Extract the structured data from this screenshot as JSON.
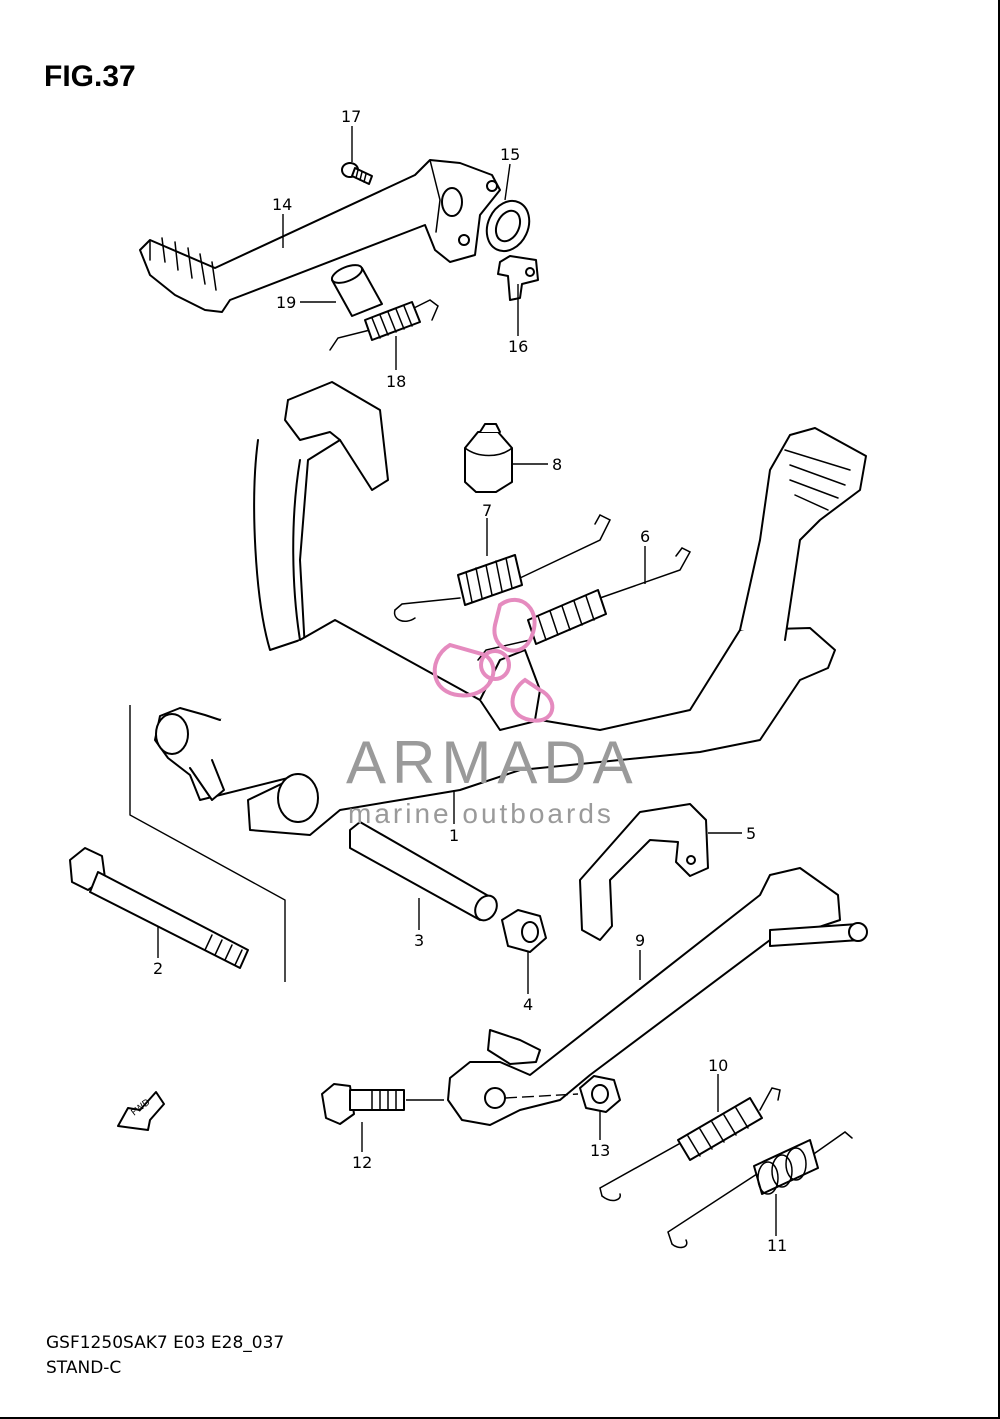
{
  "figure": {
    "title": "FIG.37"
  },
  "footer": {
    "code": "GSF1250SAK7 E03 E28_037",
    "name": "STAND-C"
  },
  "watermark": {
    "brand": "ARMADA",
    "tagline": "marine outboards",
    "color": "#e58bbf"
  },
  "fwd_label": "FWD",
  "callouts": [
    {
      "id": "c1",
      "text": "1"
    },
    {
      "id": "c2",
      "text": "2"
    },
    {
      "id": "c3",
      "text": "3"
    },
    {
      "id": "c4",
      "text": "4"
    },
    {
      "id": "c5",
      "text": "5"
    },
    {
      "id": "c6",
      "text": "6"
    },
    {
      "id": "c7",
      "text": "7"
    },
    {
      "id": "c8",
      "text": "8"
    },
    {
      "id": "c9",
      "text": "9"
    },
    {
      "id": "c10",
      "text": "10"
    },
    {
      "id": "c11",
      "text": "11"
    },
    {
      "id": "c12",
      "text": "12"
    },
    {
      "id": "c13",
      "text": "13"
    },
    {
      "id": "c14",
      "text": "14"
    },
    {
      "id": "c15",
      "text": "15"
    },
    {
      "id": "c16",
      "text": "16"
    },
    {
      "id": "c17",
      "text": "17"
    },
    {
      "id": "c18",
      "text": "18"
    },
    {
      "id": "c19",
      "text": "19"
    }
  ]
}
